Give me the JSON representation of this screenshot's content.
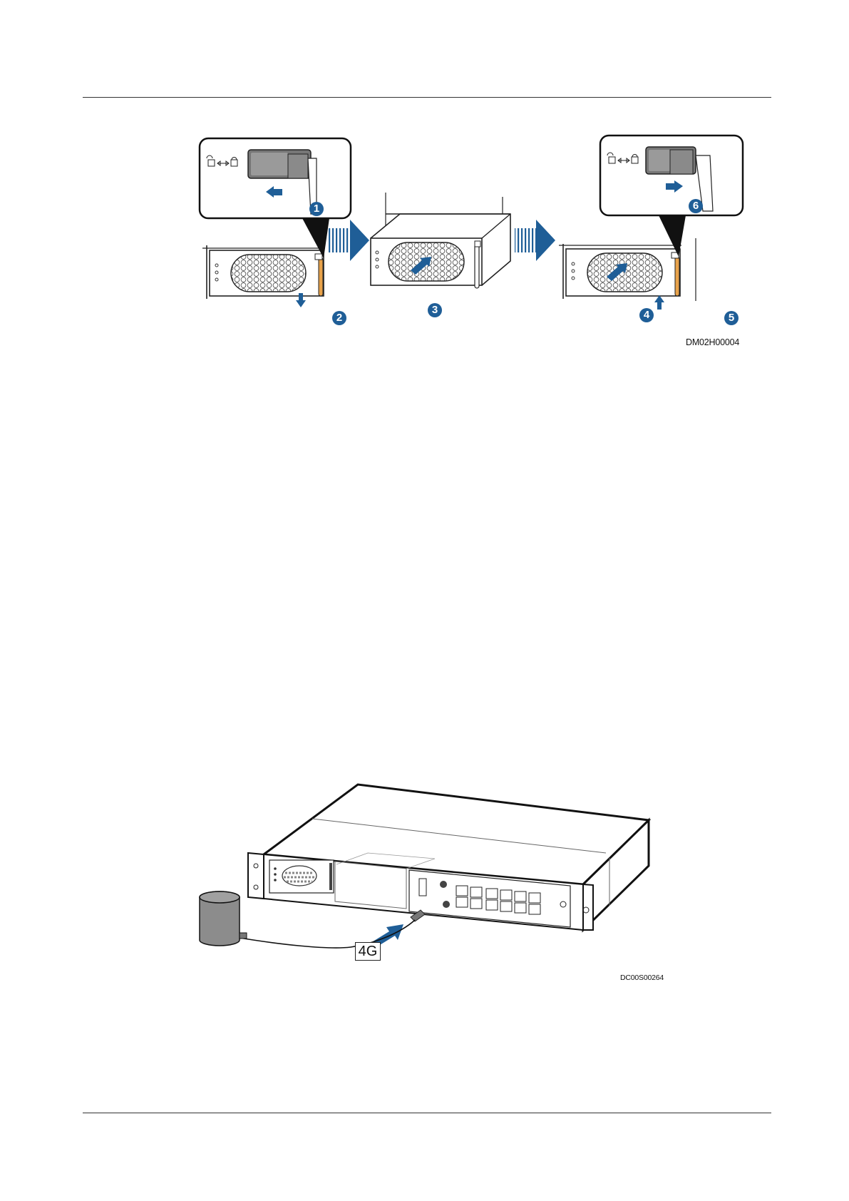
{
  "figure_1": {
    "code": "DM02H00004",
    "steps": [
      "1",
      "2",
      "3",
      "4",
      "5",
      "6"
    ]
  },
  "figure_2": {
    "code": "DC00S00264",
    "cable_label": "4G"
  },
  "colors": {
    "arrow_blue": "#1f5e97",
    "handle_orange": "#e8a24a",
    "rule": "#333333"
  }
}
